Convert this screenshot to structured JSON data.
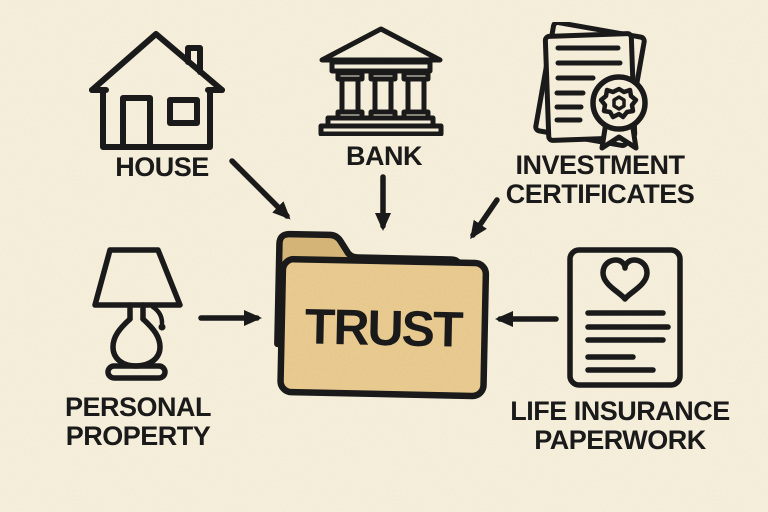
{
  "theme": {
    "background": "#f6efdb",
    "ink": "#1a1a1a",
    "folder_front": "#e9cb90",
    "folder_back": "#d6b678"
  },
  "center": {
    "label": "TRUST",
    "icon": "folder-icon"
  },
  "nodes": {
    "house": {
      "label": "HOUSE",
      "icon": "house-icon"
    },
    "bank": {
      "label": "BANK",
      "icon": "bank-icon"
    },
    "investment_certificates": {
      "label": "INVESTMENT CERTIFICATES",
      "icon": "certificates-icon"
    },
    "personal_property": {
      "label": "PERSONAL PROPERTY",
      "icon": "table-lamp-icon"
    },
    "life_insurance": {
      "label": "LIFE INSURANCE PAPERWORK",
      "icon": "insurance-document-icon"
    }
  },
  "arrows": [
    {
      "from": "house",
      "to": "trust"
    },
    {
      "from": "bank",
      "to": "trust"
    },
    {
      "from": "investment-certificates",
      "to": "trust"
    },
    {
      "from": "personal-property",
      "to": "trust"
    },
    {
      "from": "life-insurance-paperwork",
      "to": "trust"
    }
  ]
}
